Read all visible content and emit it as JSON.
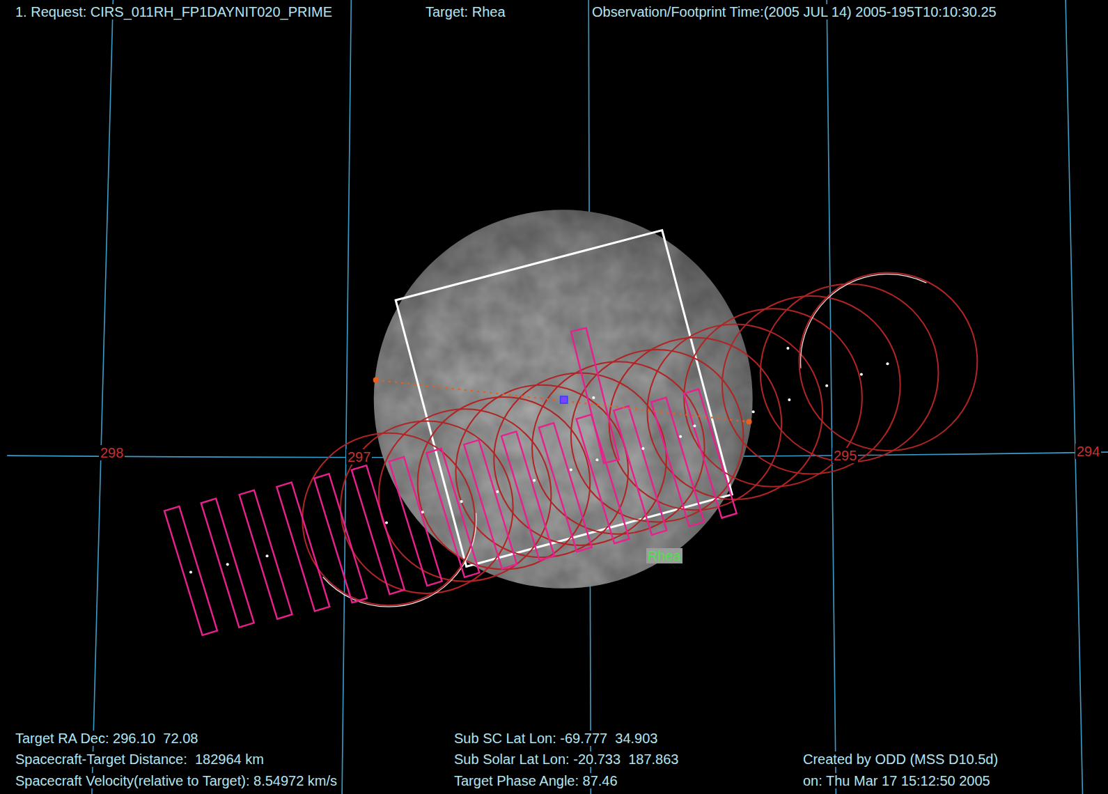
{
  "diagram": {
    "labels": [
      "1. Request: CIRS_011RH_FP1DAYNIT020_PRIME",
      "Target: Rhea",
      "Observation/Footprint Time:(2005 JUL 14) 2005-195T10:10:30.25",
      "298",
      "297",
      "295",
      "294",
      "Rhea",
      "Target RA Dec: 296.10  72.08",
      "Spacecraft-Target Distance:  182964 km",
      "Spacecraft Velocity(relative to Target): 8.54972 km/s",
      "Sub SC Lat Lon: -69.777  34.903",
      "Sub Solar Lat Lon: -20.733  187.863",
      "Target Phase Angle: 87.46",
      "Created by ODD (MSS D10.5d)",
      "on: Thu Mar 17 15:12:50 2005"
    ]
  }
}
